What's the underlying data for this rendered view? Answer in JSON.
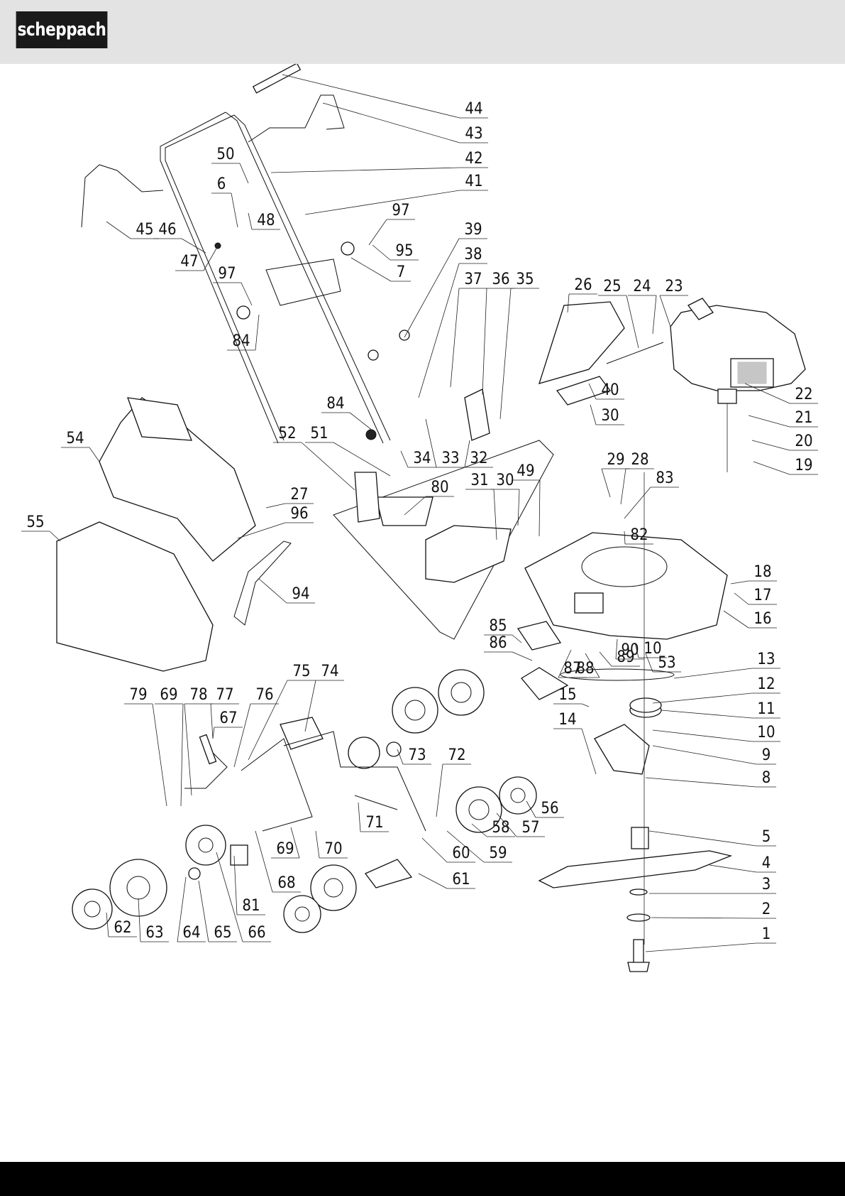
{
  "brand": {
    "logo_text": "scheppach"
  },
  "callouts": [
    {
      "id": "c44",
      "label": "44"
    },
    {
      "id": "c43",
      "label": "43"
    },
    {
      "id": "c42",
      "label": "42"
    },
    {
      "id": "c41",
      "label": "41"
    },
    {
      "id": "c50",
      "label": "50"
    },
    {
      "id": "c6",
      "label": "6"
    },
    {
      "id": "c48",
      "label": "48"
    },
    {
      "id": "c97a",
      "label": "97"
    },
    {
      "id": "c95",
      "label": "95"
    },
    {
      "id": "c7",
      "label": "7"
    },
    {
      "id": "c45",
      "label": "45"
    },
    {
      "id": "c46",
      "label": "46"
    },
    {
      "id": "c47",
      "label": "47"
    },
    {
      "id": "c97b",
      "label": "97"
    },
    {
      "id": "c84a",
      "label": "84"
    },
    {
      "id": "c39",
      "label": "39"
    },
    {
      "id": "c38",
      "label": "38"
    },
    {
      "id": "c37",
      "label": "37"
    },
    {
      "id": "c36",
      "label": "36"
    },
    {
      "id": "c35",
      "label": "35"
    },
    {
      "id": "c26",
      "label": "26"
    },
    {
      "id": "c25",
      "label": "25"
    },
    {
      "id": "c24",
      "label": "24"
    },
    {
      "id": "c23",
      "label": "23"
    },
    {
      "id": "c40",
      "label": "40"
    },
    {
      "id": "c30a",
      "label": "30"
    },
    {
      "id": "c22",
      "label": "22"
    },
    {
      "id": "c21",
      "label": "21"
    },
    {
      "id": "c20",
      "label": "20"
    },
    {
      "id": "c19",
      "label": "19"
    },
    {
      "id": "c84b",
      "label": "84"
    },
    {
      "id": "c52",
      "label": "52"
    },
    {
      "id": "c51",
      "label": "51"
    },
    {
      "id": "c34",
      "label": "34"
    },
    {
      "id": "c33",
      "label": "33"
    },
    {
      "id": "c32",
      "label": "32"
    },
    {
      "id": "c80",
      "label": "80"
    },
    {
      "id": "c31",
      "label": "31"
    },
    {
      "id": "c30b",
      "label": "30"
    },
    {
      "id": "c49",
      "label": "49"
    },
    {
      "id": "c29",
      "label": "29"
    },
    {
      "id": "c28",
      "label": "28"
    },
    {
      "id": "c83",
      "label": "83"
    },
    {
      "id": "c82",
      "label": "82"
    },
    {
      "id": "c54",
      "label": "54"
    },
    {
      "id": "c27",
      "label": "27"
    },
    {
      "id": "c96",
      "label": "96"
    },
    {
      "id": "c55",
      "label": "55"
    },
    {
      "id": "c94",
      "label": "94"
    },
    {
      "id": "c18",
      "label": "18"
    },
    {
      "id": "c17",
      "label": "17"
    },
    {
      "id": "c16",
      "label": "16"
    },
    {
      "id": "c85",
      "label": "85"
    },
    {
      "id": "c86",
      "label": "86"
    },
    {
      "id": "c87",
      "label": "87"
    },
    {
      "id": "c88",
      "label": "88"
    },
    {
      "id": "c89",
      "label": "89"
    },
    {
      "id": "c90",
      "label": "90"
    },
    {
      "id": "c10a",
      "label": "10"
    },
    {
      "id": "c53",
      "label": "53"
    },
    {
      "id": "c13",
      "label": "13"
    },
    {
      "id": "c12",
      "label": "12"
    },
    {
      "id": "c15",
      "label": "15"
    },
    {
      "id": "c11",
      "label": "11"
    },
    {
      "id": "c14",
      "label": "14"
    },
    {
      "id": "c10b",
      "label": "10"
    },
    {
      "id": "c9",
      "label": "9"
    },
    {
      "id": "c8",
      "label": "8"
    },
    {
      "id": "c75",
      "label": "75"
    },
    {
      "id": "c74",
      "label": "74"
    },
    {
      "id": "c79",
      "label": "79"
    },
    {
      "id": "c69a",
      "label": "69"
    },
    {
      "id": "c78",
      "label": "78"
    },
    {
      "id": "c77",
      "label": "77"
    },
    {
      "id": "c76",
      "label": "76"
    },
    {
      "id": "c67",
      "label": "67"
    },
    {
      "id": "c73",
      "label": "73"
    },
    {
      "id": "c72",
      "label": "72"
    },
    {
      "id": "c56",
      "label": "56"
    },
    {
      "id": "c57",
      "label": "57"
    },
    {
      "id": "c58",
      "label": "58"
    },
    {
      "id": "c71",
      "label": "71"
    },
    {
      "id": "c69b",
      "label": "69"
    },
    {
      "id": "c70",
      "label": "70"
    },
    {
      "id": "c60",
      "label": "60"
    },
    {
      "id": "c59",
      "label": "59"
    },
    {
      "id": "c61",
      "label": "61"
    },
    {
      "id": "c5",
      "label": "5"
    },
    {
      "id": "c4",
      "label": "4"
    },
    {
      "id": "c3",
      "label": "3"
    },
    {
      "id": "c2",
      "label": "2"
    },
    {
      "id": "c1",
      "label": "1"
    },
    {
      "id": "c81",
      "label": "81"
    },
    {
      "id": "c68",
      "label": "68"
    },
    {
      "id": "c62",
      "label": "62"
    },
    {
      "id": "c63",
      "label": "63"
    },
    {
      "id": "c64",
      "label": "64"
    },
    {
      "id": "c65",
      "label": "65"
    },
    {
      "id": "c66",
      "label": "66"
    }
  ]
}
